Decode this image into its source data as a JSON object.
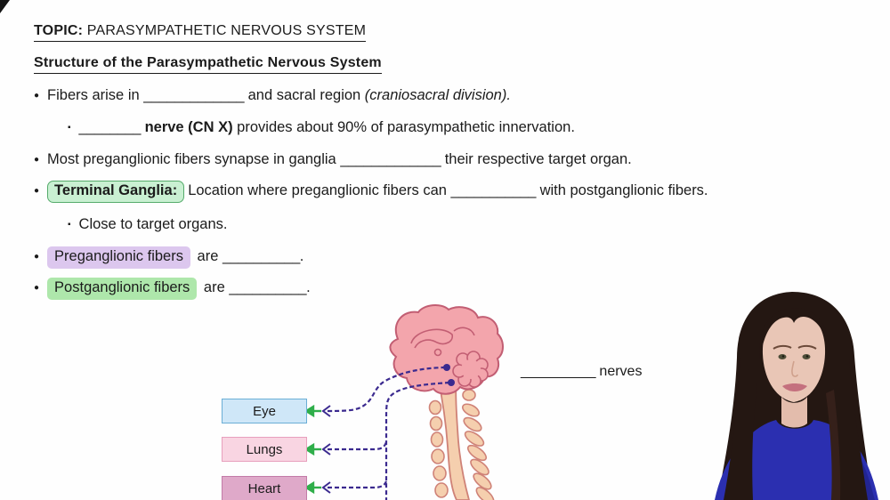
{
  "glyphs": {
    "bullet": "●",
    "sub_bullet": "▪"
  },
  "header": {
    "topic_label": "TOPIC:",
    "topic_title": "PARASYMPATHETIC NERVOUS SYSTEM",
    "section_title": "Structure of the Parasympathetic Nervous System"
  },
  "bullets": {
    "fibers": {
      "pre": "Fibers arise in ",
      "blank": "_____________",
      "mid": " and sacral region ",
      "italic": "(craniosacral division)."
    },
    "vagus": {
      "blank": "________",
      "bold": "nerve (CN X)",
      "post": " provides about 90% of parasympathetic innervation."
    },
    "synapse": {
      "pre": "Most preganglionic fibers synapse in ganglia ",
      "blank": "_____________",
      "post": " their respective target organ."
    },
    "terminal": {
      "term": "Terminal Ganglia:",
      "pre": "Location where preganglionic fibers can ",
      "blank": "___________",
      "post": " with postganglionic fibers."
    },
    "close": {
      "text": "Close to target organs."
    },
    "pre_fibers": {
      "term": "Preganglionic fibers",
      "mid": " are ",
      "blank": "__________",
      "post": "."
    },
    "post_fibers": {
      "term": "Postganglionic fibers",
      "mid": " are ",
      "blank": "__________",
      "post": "."
    }
  },
  "diagram": {
    "organs": [
      {
        "label": "Eye"
      },
      {
        "label": "Lungs"
      },
      {
        "label": "Heart"
      }
    ],
    "cranial_blank": "__________",
    "cranial_label": " nerves"
  },
  "colors": {
    "terminal_box_bg": "#c9f0d2",
    "terminal_box_border": "#55ab6b",
    "preganglionic_highlight": "#dcc7ee",
    "postganglionic_highlight": "#aee7ab",
    "nerve_purple": "#3b2a8f",
    "arrow_green": "#2fae4a",
    "brain_pink": "#f3a5ac",
    "brain_outline": "#c25e73",
    "spine_tan": "#f5cfae",
    "spine_outline": "#cf8277",
    "eye_box": "#cfe7f8",
    "lungs_box": "#f9d5e2",
    "heart_box": "#dfa9c9",
    "instructor_shirt": "#2b2fb0"
  }
}
